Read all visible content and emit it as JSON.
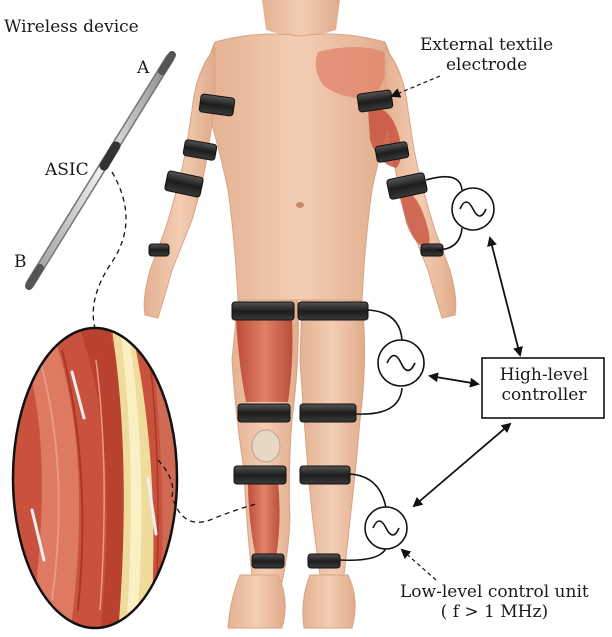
{
  "labels": {
    "wireless_device": "Wireless device",
    "end_a": "A",
    "end_b": "B",
    "asic": "ASIC",
    "external_electrode_line1": "External textile",
    "external_electrode_line2": "electrode",
    "controller_line1": "High-level",
    "controller_line2": "controller",
    "low_level_line1": "Low-level control unit",
    "low_level_line2": "( f > 1 MHz)"
  },
  "colors": {
    "skin": "#eec3a7",
    "skin_shadow": "#d9a383",
    "muscle": "#c9523f",
    "muscle_light": "#e0836b",
    "tendon": "#ece2b0",
    "band": "#2b2b2b",
    "line": "#111111"
  }
}
